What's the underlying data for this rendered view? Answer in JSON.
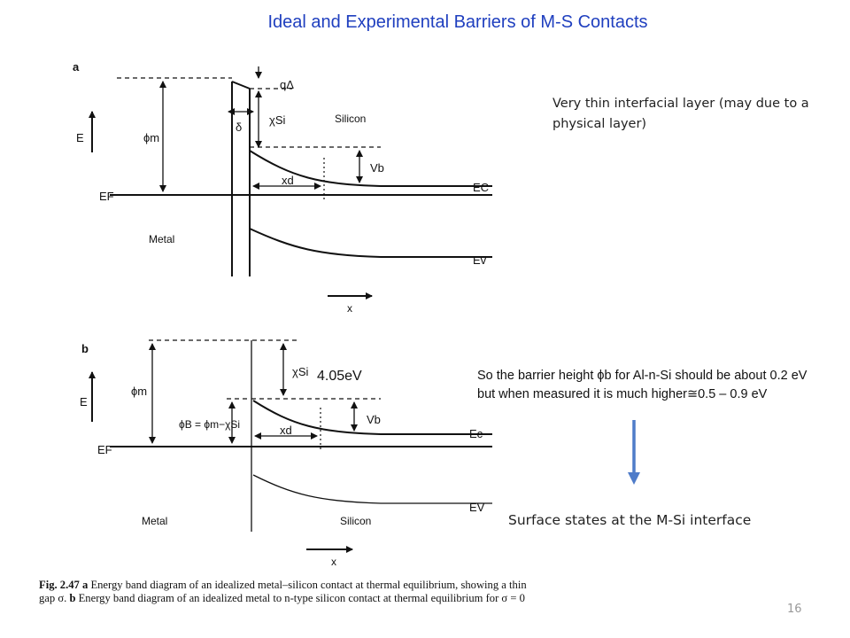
{
  "slide": {
    "title": "Ideal and Experimental Barriers of M-S Contacts",
    "page_number": "16"
  },
  "notes": {
    "thin_layer": "Very thin interfacial layer (may due to a physical layer)",
    "barrier_height": "So the barrier height ϕb for Al-n-Si should be about 0.2 eV but when measured it is much higher≅0.5 – 0.9 eV",
    "surface_states": "Surface states at the M-Si interface"
  },
  "diagram_a": {
    "panel_label": "a",
    "energy_axis": "E",
    "phi_m": "ϕm",
    "fermi": "EF",
    "metal": "Metal",
    "silicon": "Silicon",
    "q_delta": "qΔ",
    "chi_si": "χSi",
    "delta": "δ",
    "vb": "Vb",
    "xd": "xd",
    "ec": "EC",
    "ev": "Ev",
    "x_axis": "x"
  },
  "diagram_b": {
    "panel_label": "b",
    "energy_axis": "E",
    "phi_m": "ϕm",
    "phi_b_eq": "ϕB = ϕm−χSi",
    "fermi": "EF",
    "metal": "Metal",
    "silicon": "Silicon",
    "chi_si": "χSi",
    "chi_value": "4.05eV",
    "vb": "Vb",
    "xd": "xd",
    "ec": "Ec",
    "ev": "EV",
    "x_axis": "x"
  },
  "caption": {
    "fig": "Fig. 2.47",
    "text_a": "Energy band diagram of an idealized metal–silicon contact at thermal equilibrium, showing a thin gap σ.",
    "text_b": "Energy band diagram of an idealized metal to n-type silicon contact at thermal equilibrium for σ = 0"
  },
  "colors": {
    "title": "#1f3fbf",
    "arrow": "#4f7cc9"
  }
}
